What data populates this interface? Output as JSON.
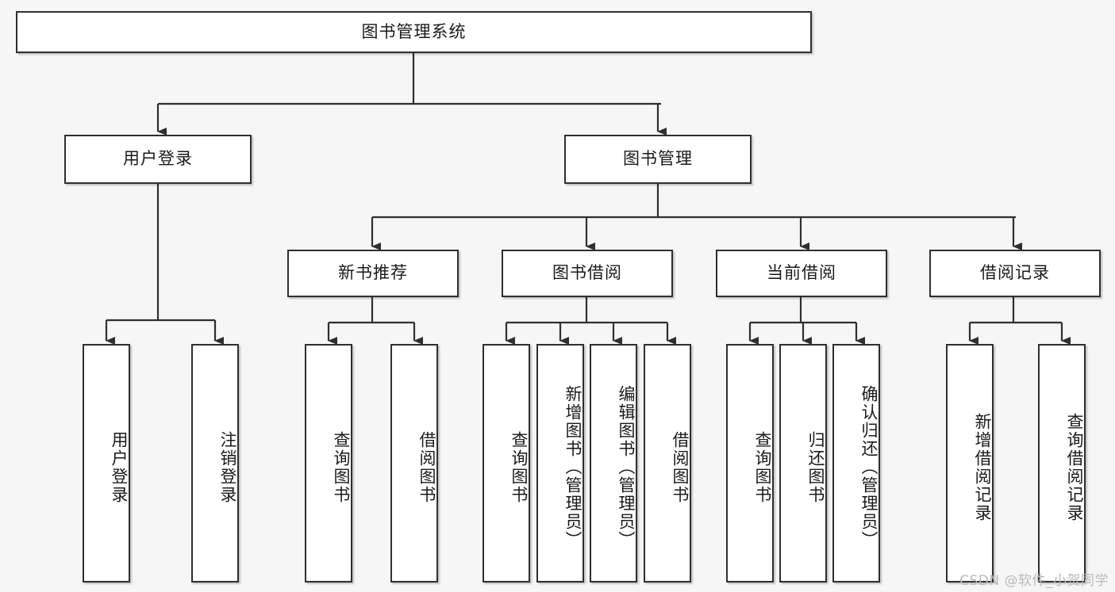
{
  "diagram": {
    "title": "图书管理系统",
    "type": "tree",
    "colors": {
      "background": "#f6f6f6",
      "node_fill": "#ffffff",
      "node_border": "#2f2f2f",
      "edge": "#2f2f2f",
      "text": "#1a1a1a",
      "watermark": "#b9b9b9"
    },
    "nodes": {
      "root": {
        "label": "图书管理系统"
      },
      "level2": [
        {
          "id": "user-login",
          "label": "用户登录"
        },
        {
          "id": "book-management",
          "label": "图书管理"
        }
      ],
      "level3": [
        {
          "id": "new-book-recommend",
          "label": "新书推荐"
        },
        {
          "id": "book-borrow",
          "label": "图书借阅"
        },
        {
          "id": "current-borrow",
          "label": "当前借阅"
        },
        {
          "id": "borrow-record",
          "label": "借阅记录"
        }
      ],
      "leaves": {
        "user-login": [
          {
            "id": "leaf-user-login",
            "label": "用户登录"
          },
          {
            "id": "leaf-user-logout",
            "label": "注销登录"
          }
        ],
        "new-book-recommend": [
          {
            "id": "leaf-query-book-1",
            "label": "查询图书"
          },
          {
            "id": "leaf-borrow-book-1",
            "label": "借阅图书"
          }
        ],
        "book-borrow": [
          {
            "id": "leaf-query-book-2",
            "label": "查询图书"
          },
          {
            "id": "leaf-add-book",
            "label": "新增图书（管理员）"
          },
          {
            "id": "leaf-edit-book",
            "label": "编辑图书（管理员）"
          },
          {
            "id": "leaf-borrow-book-2",
            "label": "借阅图书"
          }
        ],
        "current-borrow": [
          {
            "id": "leaf-query-book-3",
            "label": "查询图书"
          },
          {
            "id": "leaf-return-book",
            "label": "归还图书"
          },
          {
            "id": "leaf-confirm-return",
            "label": "确认归还（管理员）"
          }
        ],
        "borrow-record": [
          {
            "id": "leaf-add-record",
            "label": "新增借阅记录"
          },
          {
            "id": "leaf-query-record",
            "label": "查询借阅记录"
          }
        ]
      }
    },
    "watermark": "CSDN @软件_小贺同学"
  }
}
